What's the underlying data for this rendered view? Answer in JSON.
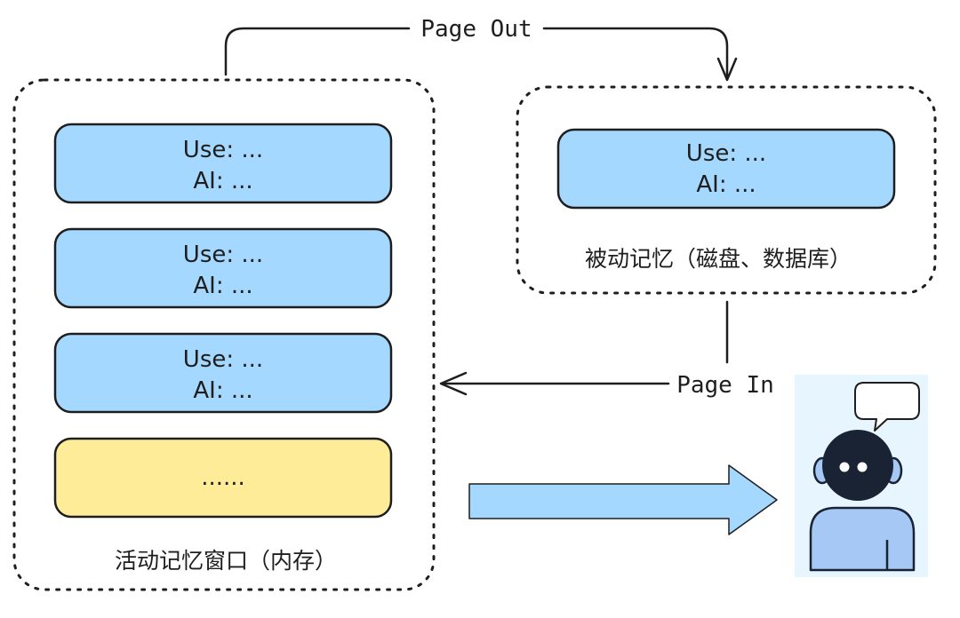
{
  "edges": {
    "page_out_label": "Page Out",
    "page_in_label": "Page In"
  },
  "active_memory": {
    "caption": "活动记忆窗口（内存）",
    "blocks": [
      {
        "line1": "Use: ...",
        "line2": "AI: ..."
      },
      {
        "line1": "Use: ...",
        "line2": "AI: ..."
      },
      {
        "line1": "Use: ...",
        "line2": "AI: ..."
      }
    ],
    "pending_block": "......"
  },
  "passive_memory": {
    "caption": "被动记忆（磁盘、数据库）",
    "block": {
      "line1": "Use: ...",
      "line2": "AI: ..."
    }
  },
  "agent": {
    "icon": "robot-avatar-icon",
    "speech_bubble_icon": "speech-bubble-icon"
  },
  "colors": {
    "block_blue": "#a5d8ff",
    "block_yellow": "#ffec99",
    "stroke": "#1e1e1e",
    "agent_bg": "#e7f5ff",
    "robot_head": "#1a2333",
    "robot_body": "#a5c8f5",
    "flow_arrow": "#a5d8ff"
  }
}
